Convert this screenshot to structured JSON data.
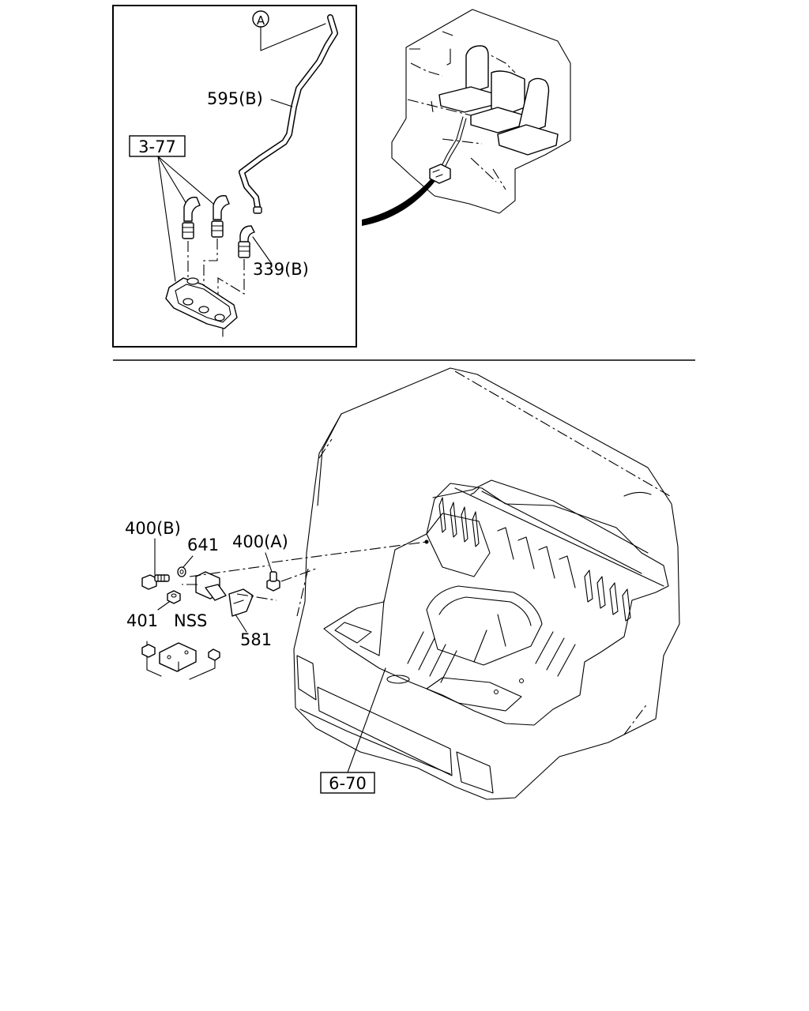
{
  "labels": {
    "circle_a": "A",
    "ref_3_77": "3-77",
    "part_595b": "595(B)",
    "part_339b": "339(B)",
    "part_400b": "400(B)",
    "part_641": "641",
    "part_400a": "400(A)",
    "part_401": "401",
    "nss": "NSS",
    "part_581": "581",
    "ref_6_70": "6-70"
  }
}
